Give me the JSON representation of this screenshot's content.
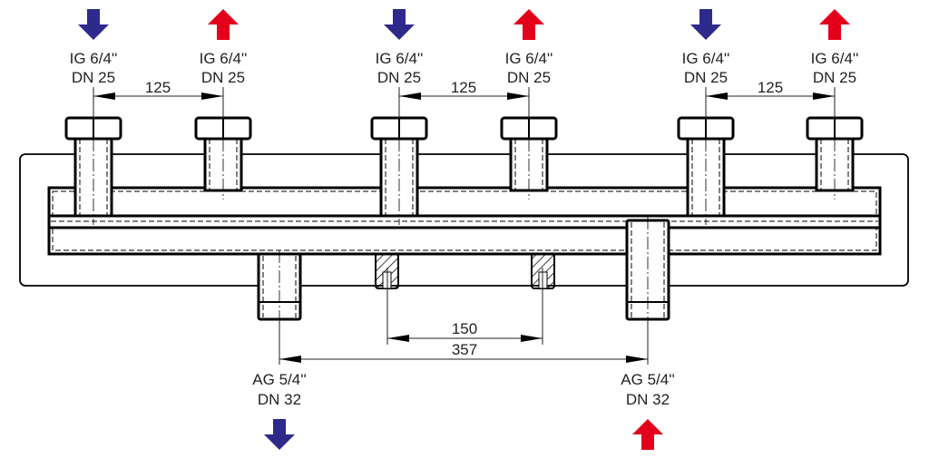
{
  "colors": {
    "supply": "#2e2a8c",
    "return": "#e3001b"
  },
  "top_connections": [
    {
      "thread": "IG 6/4''",
      "dn": "DN 25",
      "flow": "down"
    },
    {
      "thread": "IG 6/4''",
      "dn": "DN 25",
      "flow": "up"
    },
    {
      "thread": "IG 6/4''",
      "dn": "DN 25",
      "flow": "down"
    },
    {
      "thread": "IG 6/4''",
      "dn": "DN 25",
      "flow": "up"
    },
    {
      "thread": "IG 6/4''",
      "dn": "DN 25",
      "flow": "down"
    },
    {
      "thread": "IG 6/4''",
      "dn": "DN 25",
      "flow": "up"
    }
  ],
  "bottom_connections": [
    {
      "thread": "AG 5/4''",
      "dn": "DN 32",
      "flow": "down"
    },
    {
      "thread": "AG 5/4''",
      "dn": "DN 32",
      "flow": "up"
    }
  ],
  "dimensions": {
    "pair_spacing": "125",
    "mount_spacing": "150",
    "bottom_spacing": "357"
  }
}
